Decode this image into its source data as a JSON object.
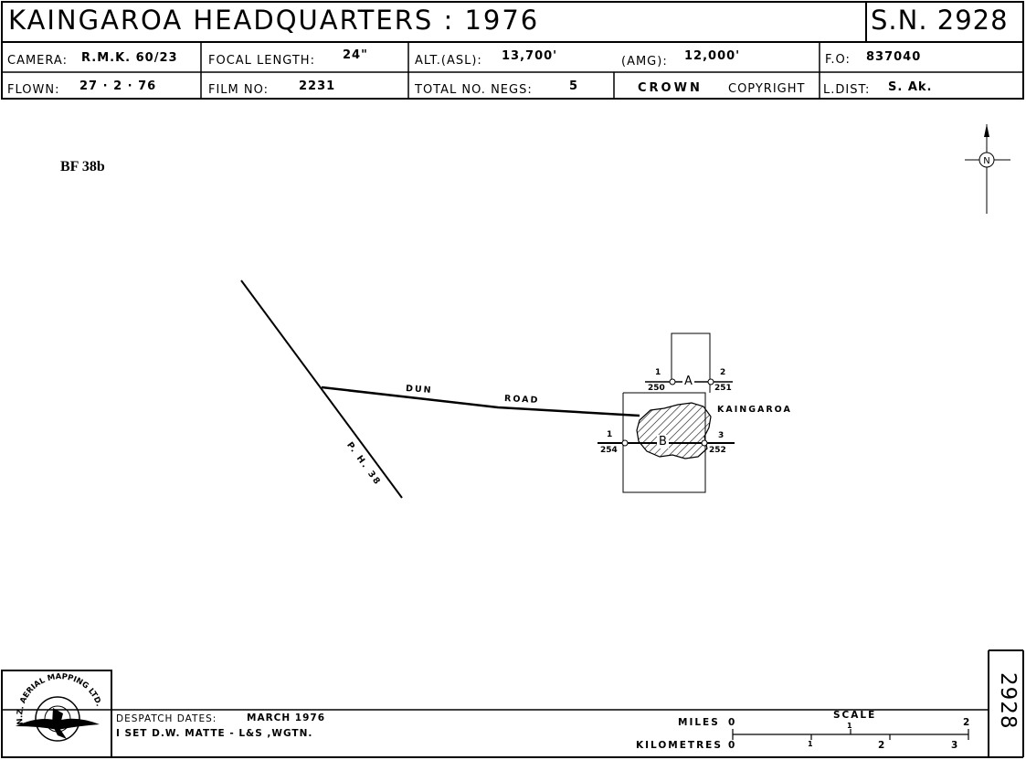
{
  "header": {
    "title": "KAINGAROA  HEADQUARTERS  :  1976",
    "sortie": "S.N. 2928",
    "camera_label": "CAMERA:",
    "camera_value": "R.M.K. 60/23",
    "focal_label": "FOCAL  LENGTH:",
    "focal_value": "24\"",
    "alt_asl_label": "ALT.(ASL):",
    "alt_asl_value": "13,700'",
    "amg_label": "(AMG):",
    "amg_value": "12,000'",
    "fo_label": "F.O:",
    "fo_value": "837040",
    "flown_label": "FLOWN:",
    "flown_value": "27 · 2 · 76",
    "film_label": "FILM  NO:",
    "film_value": "2231",
    "negs_label": "TOTAL  NO.  NEGS:",
    "negs_value": "5",
    "crown_label": "CROWN",
    "copyright_label": "COPYRIGHT",
    "ldist_label": "L.DIST:",
    "ldist_value": "S. Ak."
  },
  "map": {
    "reference": "BF 38b",
    "north_label": "N",
    "road_dun": "DUN",
    "road_road": "ROAD",
    "highway": "P. H. 38",
    "place": "KAINGAROA",
    "run_a": "A",
    "run_b": "B",
    "photo_1a_run": "1",
    "photo_1a_neg": "250",
    "photo_2a_run": "2",
    "photo_2a_neg": "251",
    "photo_1b_run": "1",
    "photo_1b_neg": "254",
    "photo_3b_run": "3",
    "photo_3b_neg": "252"
  },
  "footer": {
    "logo_text": "N.Z. AERIAL MAPPING LTD.",
    "despatch_label": "DESPATCH  DATES:",
    "despatch_value": "MARCH 1976",
    "set_line": "I SET D.W. MATTE  -  L&S ,WGTN.",
    "scale_label": "SCALE",
    "miles_label": "MILES",
    "km_label": "KILOMETRES",
    "miles_ticks": [
      "0",
      "1",
      "2"
    ],
    "km_ticks": [
      "0",
      "1",
      "2",
      "3"
    ],
    "stamp": "2928"
  }
}
